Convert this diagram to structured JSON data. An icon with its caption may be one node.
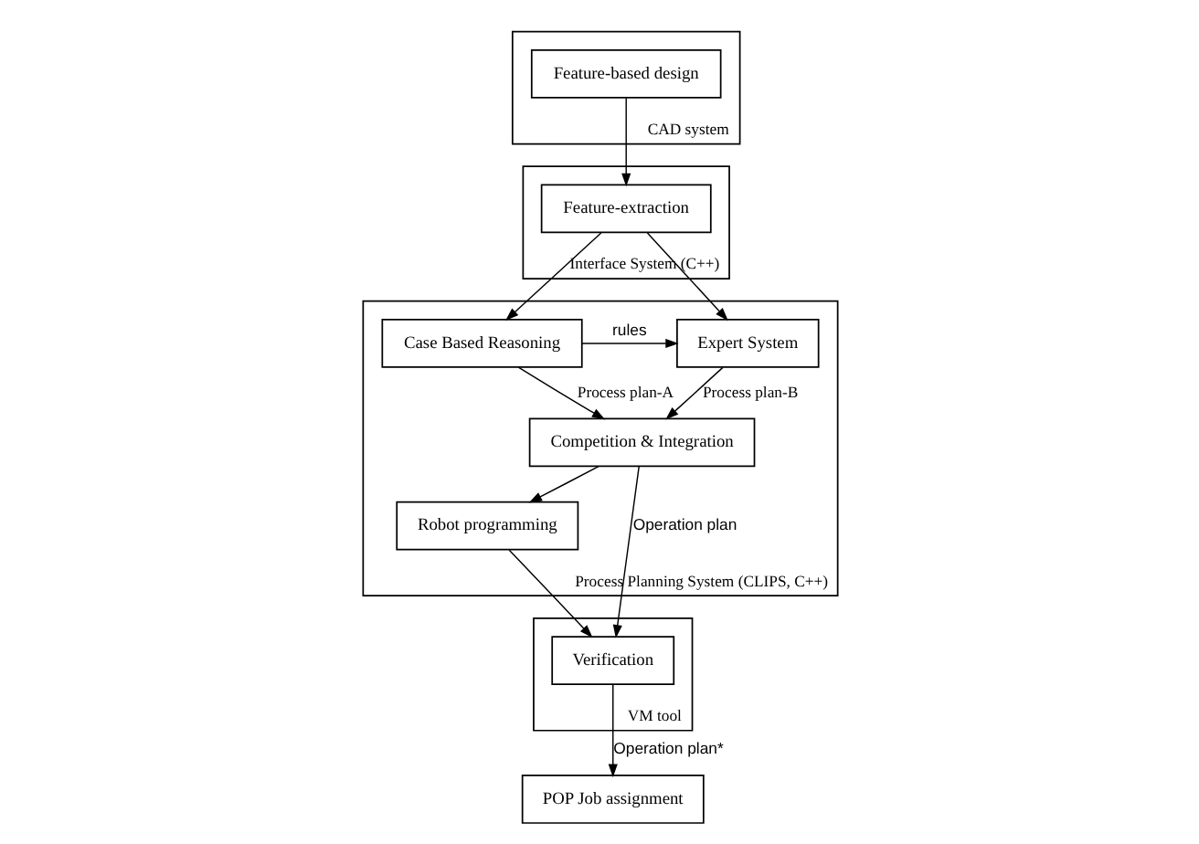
{
  "diagram": {
    "nodes": [
      {
        "text": [
          "CAD system"
        ]
      },
      {
        "text": [
          "Feature-based design"
        ],
        "in": 0
      },
      {
        "text": [
          "Interface System (C++)"
        ]
      },
      {
        "text": [
          "Feature-extraction"
        ],
        "in": 2
      },
      {
        "text": [
          "Process Planning System (CLIPS, C++)"
        ]
      },
      {
        "text": [
          "Case Based Reasoning"
        ],
        "in": 4
      },
      {
        "text": [
          "Expert System"
        ],
        "in": 4
      },
      {
        "text": [
          "Competition & Integration"
        ],
        "in": 4
      },
      {
        "text": [
          "Robot programming"
        ],
        "in": 4
      },
      {
        "text": [
          "VM tool"
        ]
      },
      {
        "text": [
          "Verification"
        ],
        "in": 9
      },
      {
        "text": [
          "POP Job assignment"
        ]
      }
    ],
    "edges": [
      {
        "from": 1,
        "to": 3,
        "arrow": "to"
      },
      {
        "from": 3,
        "to": 5,
        "arrow": "to"
      },
      {
        "from": 3,
        "to": 6,
        "arrow": "to"
      },
      {
        "from": 5,
        "to": 6,
        "arrow": "to",
        "label": "rules"
      },
      {
        "from": 5,
        "to": 7,
        "arrow": "to",
        "label": "Process plan-A"
      },
      {
        "from": 6,
        "to": 7,
        "arrow": "to",
        "label": "Process plan-B"
      },
      {
        "from": 7,
        "to": 8,
        "arrow": "to"
      },
      {
        "from": 7,
        "to": 10,
        "arrow": "to",
        "label": "Operation plan"
      },
      {
        "from": 8,
        "to": 10,
        "arrow": "to"
      },
      {
        "from": 10,
        "to": 11,
        "arrow": "to",
        "label": "Operation plan*"
      }
    ]
  }
}
